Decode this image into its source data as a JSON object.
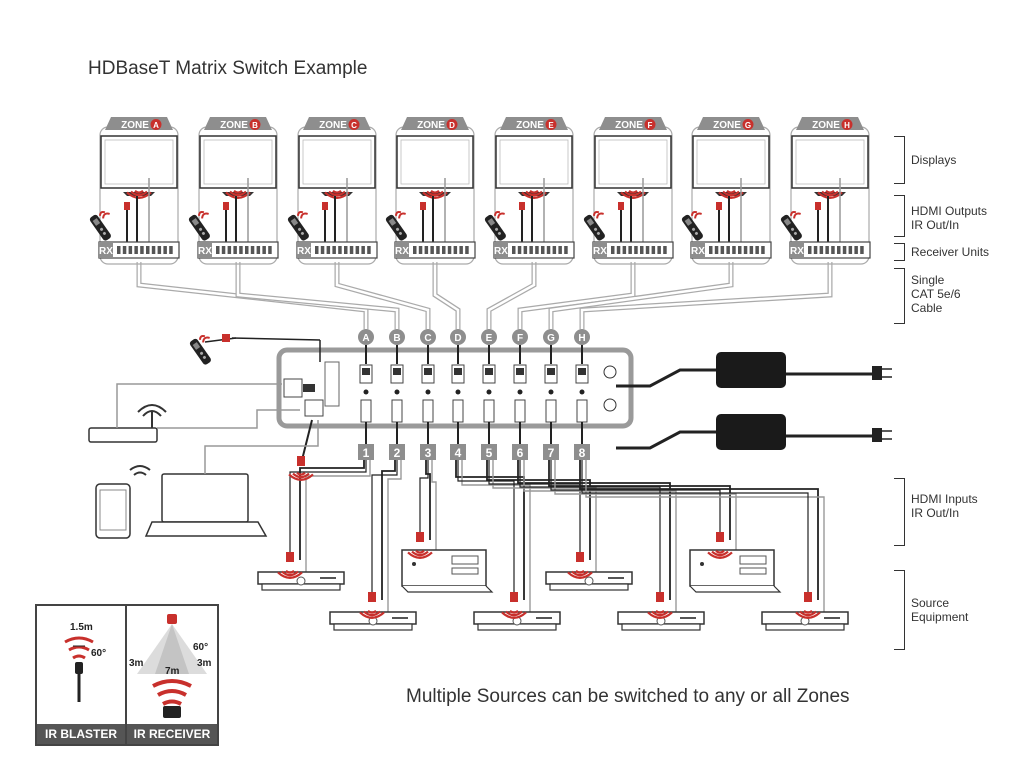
{
  "title": "HDBaseT Matrix Switch Example",
  "tagline": "Multiple Sources can be switched to any or all Zones",
  "zones": [
    {
      "prefix": "ZONE",
      "letter": "A"
    },
    {
      "prefix": "ZONE",
      "letter": "B"
    },
    {
      "prefix": "ZONE",
      "letter": "C"
    },
    {
      "prefix": "ZONE",
      "letter": "D"
    },
    {
      "prefix": "ZONE",
      "letter": "E"
    },
    {
      "prefix": "ZONE",
      "letter": "F"
    },
    {
      "prefix": "ZONE",
      "letter": "G"
    },
    {
      "prefix": "ZONE",
      "letter": "H"
    }
  ],
  "receiver_tag": "RX",
  "output_letters": [
    "A",
    "B",
    "C",
    "D",
    "E",
    "F",
    "G",
    "H"
  ],
  "input_numbers": [
    "1",
    "2",
    "3",
    "4",
    "5",
    "6",
    "7",
    "8"
  ],
  "side_labels": {
    "displays": "Displays",
    "hdmi_outputs": [
      "HDMI Outputs",
      "IR Out/In"
    ],
    "receiver_units": "Receiver Units",
    "cable": [
      "Single",
      "CAT 5e/6",
      "Cable"
    ],
    "hdmi_inputs": [
      "HDMI Inputs",
      "IR Out/In"
    ],
    "source_equipment": [
      "Source",
      "Equipment"
    ]
  },
  "legend": {
    "blaster_label": "IR BLASTER",
    "receiver_label": "IR RECEIVER",
    "blaster_range": "1.5m",
    "blaster_angle": "60°",
    "receiver_angle": "60°",
    "receiver_side_left": "3m",
    "receiver_side_right": "3m",
    "receiver_range": "7m"
  },
  "colors": {
    "accent": "#c8302c",
    "line": "#777777",
    "panel": "#9a9a9a",
    "dark": "#222222"
  }
}
